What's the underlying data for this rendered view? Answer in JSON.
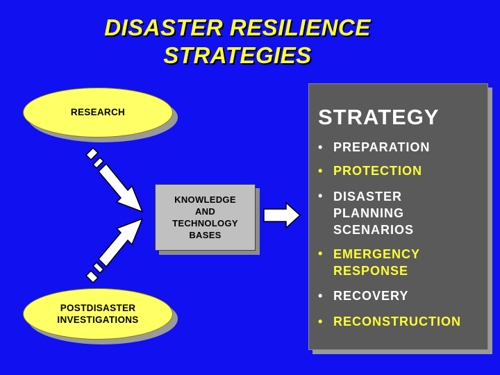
{
  "title": {
    "line1": "DISASTER RESILIENCE",
    "line2": "STRATEGIES"
  },
  "nodes": {
    "research": "RESEARCH",
    "postdisaster": "POSTDISASTER\nINVESTIGATIONS",
    "knowledge": "KNOWLEDGE\nAND\nTECHNOLOGY\nBASES"
  },
  "strategy": {
    "title": "STRATEGY",
    "bullet": "•",
    "items": [
      {
        "label": "PREPARATION",
        "color": "#ffffff"
      },
      {
        "label": "PROTECTION",
        "color": "#ffff33"
      },
      {
        "label": "DISASTER\nPLANNING\nSCENARIOS",
        "color": "#ffffff"
      },
      {
        "label": "EMERGENCY\nRESPONSE",
        "color": "#ffff33"
      },
      {
        "label": "RECOVERY",
        "color": "#ffffff"
      },
      {
        "label": "RECONSTRUCTION",
        "color": "#ffff33"
      }
    ]
  },
  "colors": {
    "background": "#1010f0",
    "title": "#ffff33",
    "ellipse": "#ffff66",
    "box": "#c0c0c0",
    "panel": "#5a5a5a",
    "arrow": "#ffffff"
  }
}
